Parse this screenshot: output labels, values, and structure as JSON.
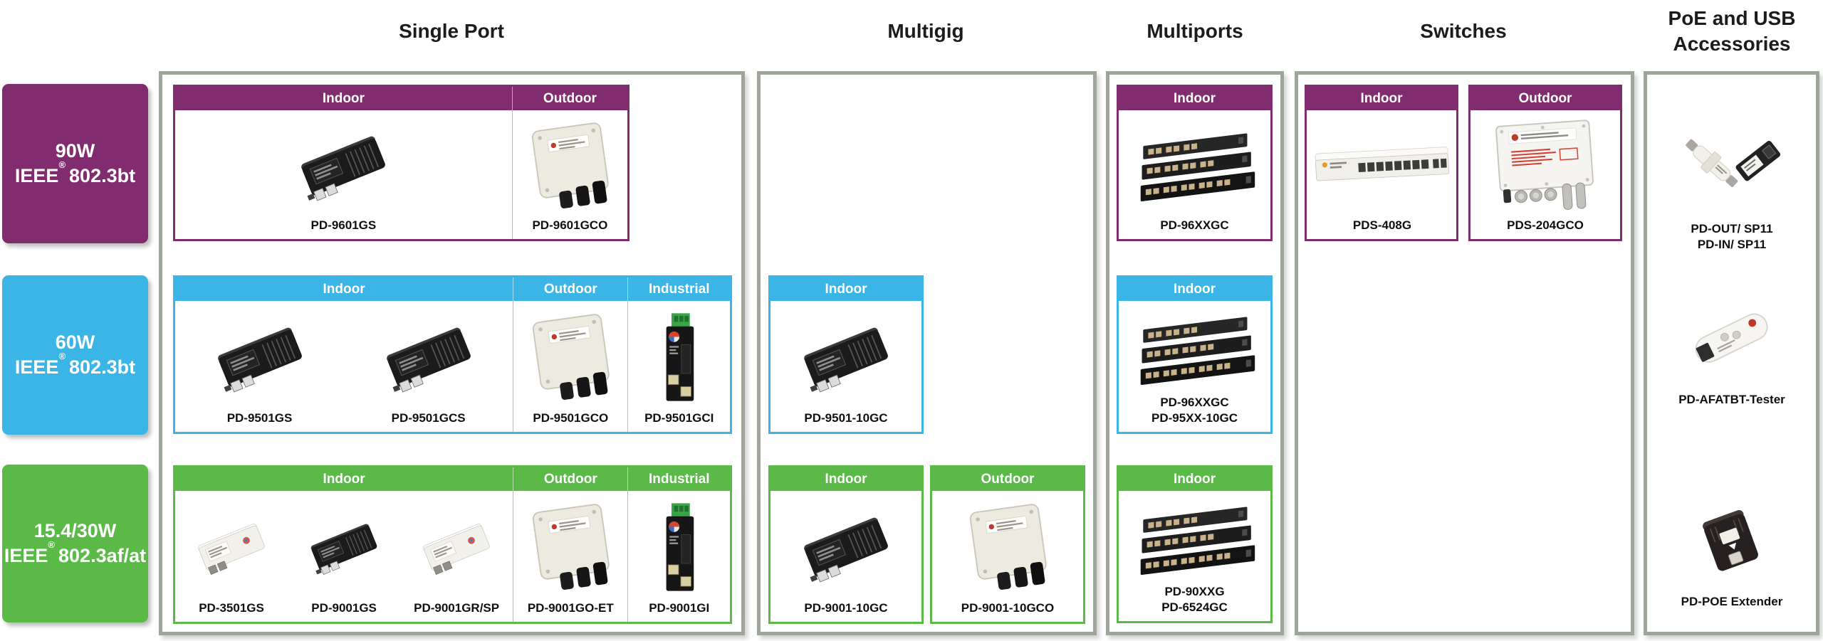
{
  "colors": {
    "purple": "#802c6e",
    "blue": "#3bb4e6",
    "green": "#5ab947",
    "border_gray": "#9ea69b",
    "text_dark": "#1c1c1c"
  },
  "column_titles": {
    "single_port": "Single Port",
    "multigig": "Multigig",
    "multiports": "Multiports",
    "switches": "Switches",
    "accessories_line1": "PoE and USB",
    "accessories_line2": "Accessories"
  },
  "env_labels": {
    "indoor": "Indoor",
    "outdoor": "Outdoor",
    "industrial": "Industrial"
  },
  "row_labels": [
    {
      "power": "90W",
      "ieee": "IEEE",
      "reg": "®",
      "spec": "802.3bt"
    },
    {
      "power": "60W",
      "ieee": "IEEE",
      "reg": "®",
      "spec": "802.3bt"
    },
    {
      "power": "15.4/30W",
      "ieee": "IEEE",
      "reg": "®",
      "spec": "802.3af/at"
    }
  ],
  "products": {
    "sp_90_indoor": "PD-9601GS",
    "sp_90_outdoor": "PD-9601GCO",
    "sp_60_indoor_1": "PD-9501GS",
    "sp_60_indoor_2": "PD-9501GCS",
    "sp_60_outdoor": "PD-9501GCO",
    "sp_60_industrial": "PD-9501GCI",
    "sp_15_indoor_1": "PD-3501GS",
    "sp_15_indoor_2": "PD-9001GS",
    "sp_15_indoor_3": "PD-9001GR/SP",
    "sp_15_outdoor": "PD-9001GO-ET",
    "sp_15_industrial": "PD-9001GI",
    "mg_60_indoor": "PD-9501-10GC",
    "mg_15_indoor": "PD-9001-10GC",
    "mg_15_outdoor": "PD-9001-10GCO",
    "mp_90_indoor": "PD-96XXGC",
    "mp_60_indoor_line1": "PD-96XXGC",
    "mp_60_indoor_line2": "PD-95XX-10GC",
    "mp_15_indoor_line1": "PD-90XXG",
    "mp_15_indoor_line2": "PD-6524GC",
    "sw_90_indoor": "PDS-408G",
    "sw_90_outdoor": "PDS-204GCO",
    "acc_90_line1": "PD-OUT/ SP11",
    "acc_90_line2": "PD-IN/ SP11",
    "acc_60": "PD-AFATBT-Tester",
    "acc_15": "PD-POE Extender"
  }
}
